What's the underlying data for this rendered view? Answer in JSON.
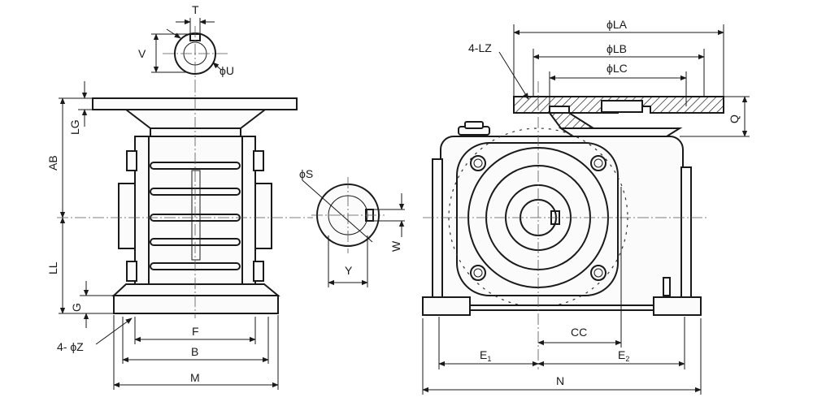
{
  "labels": {
    "T": "T",
    "V": "V",
    "U": "ϕU",
    "LG": "LG",
    "AB": "AB",
    "LL": "LL",
    "G": "G",
    "Z": "4- ϕZ",
    "F": "F",
    "B": "B",
    "M": "M",
    "S": "ϕS",
    "W": "W",
    "Y": "Y",
    "LZ": "4-LZ",
    "LA": "ϕLA",
    "LB": "ϕLB",
    "LC": "ϕLC",
    "Q": "Q",
    "CC": "CC",
    "E1": "E",
    "E1_sub": "1",
    "E2": "E",
    "E2_sub": "2",
    "N": "N"
  }
}
